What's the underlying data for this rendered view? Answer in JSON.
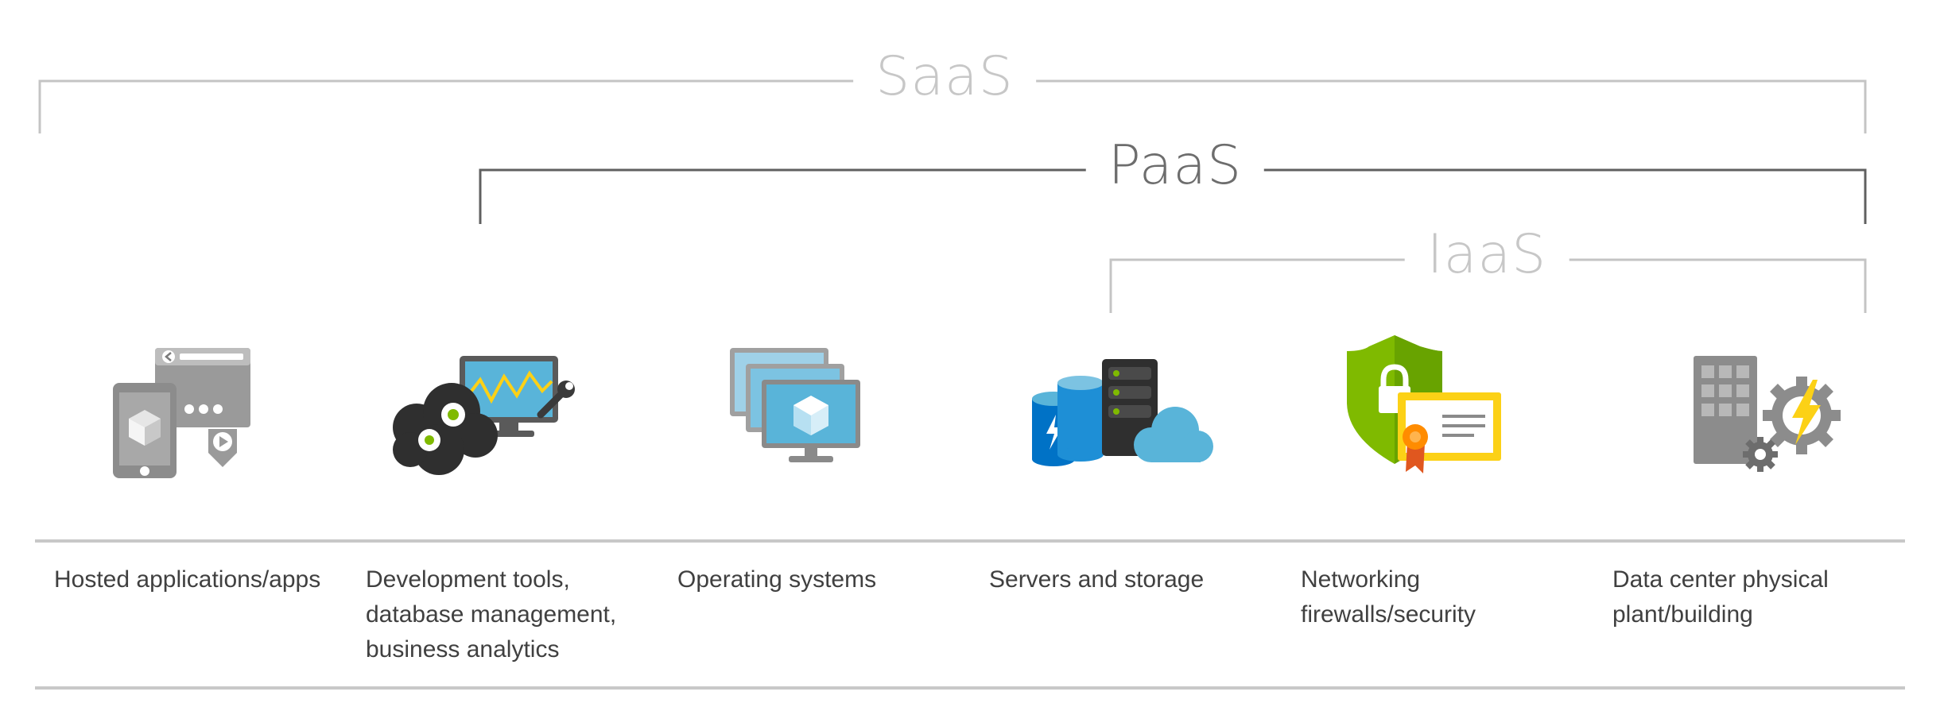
{
  "tiers": {
    "saas": "SaaS",
    "paas": "PaaS",
    "iaas": "IaaS"
  },
  "layers": [
    {
      "label": "Hosted applications/apps",
      "icon": "hosted-apps-icon"
    },
    {
      "label": "Development tools, database management, business analytics",
      "icon": "dev-tools-icon"
    },
    {
      "label": "Operating systems",
      "icon": "operating-systems-icon"
    },
    {
      "label": "Servers and storage",
      "icon": "servers-storage-icon"
    },
    {
      "label": "Networking firewalls/security",
      "icon": "networking-security-icon"
    },
    {
      "label": "Data center physical plant/building",
      "icon": "datacenter-building-icon"
    }
  ],
  "colors": {
    "saas_bracket": "#c4c4c4",
    "paas_bracket": "#606060",
    "iaas_bracket": "#c4c4c4",
    "divider": "#c8c8c8",
    "azure_blue": "#59b4d9",
    "dark_blue": "#0072c6",
    "gray": "#8c8c8c",
    "green": "#7fba00",
    "yellow": "#fcd116",
    "orange": "#ff8c00"
  }
}
